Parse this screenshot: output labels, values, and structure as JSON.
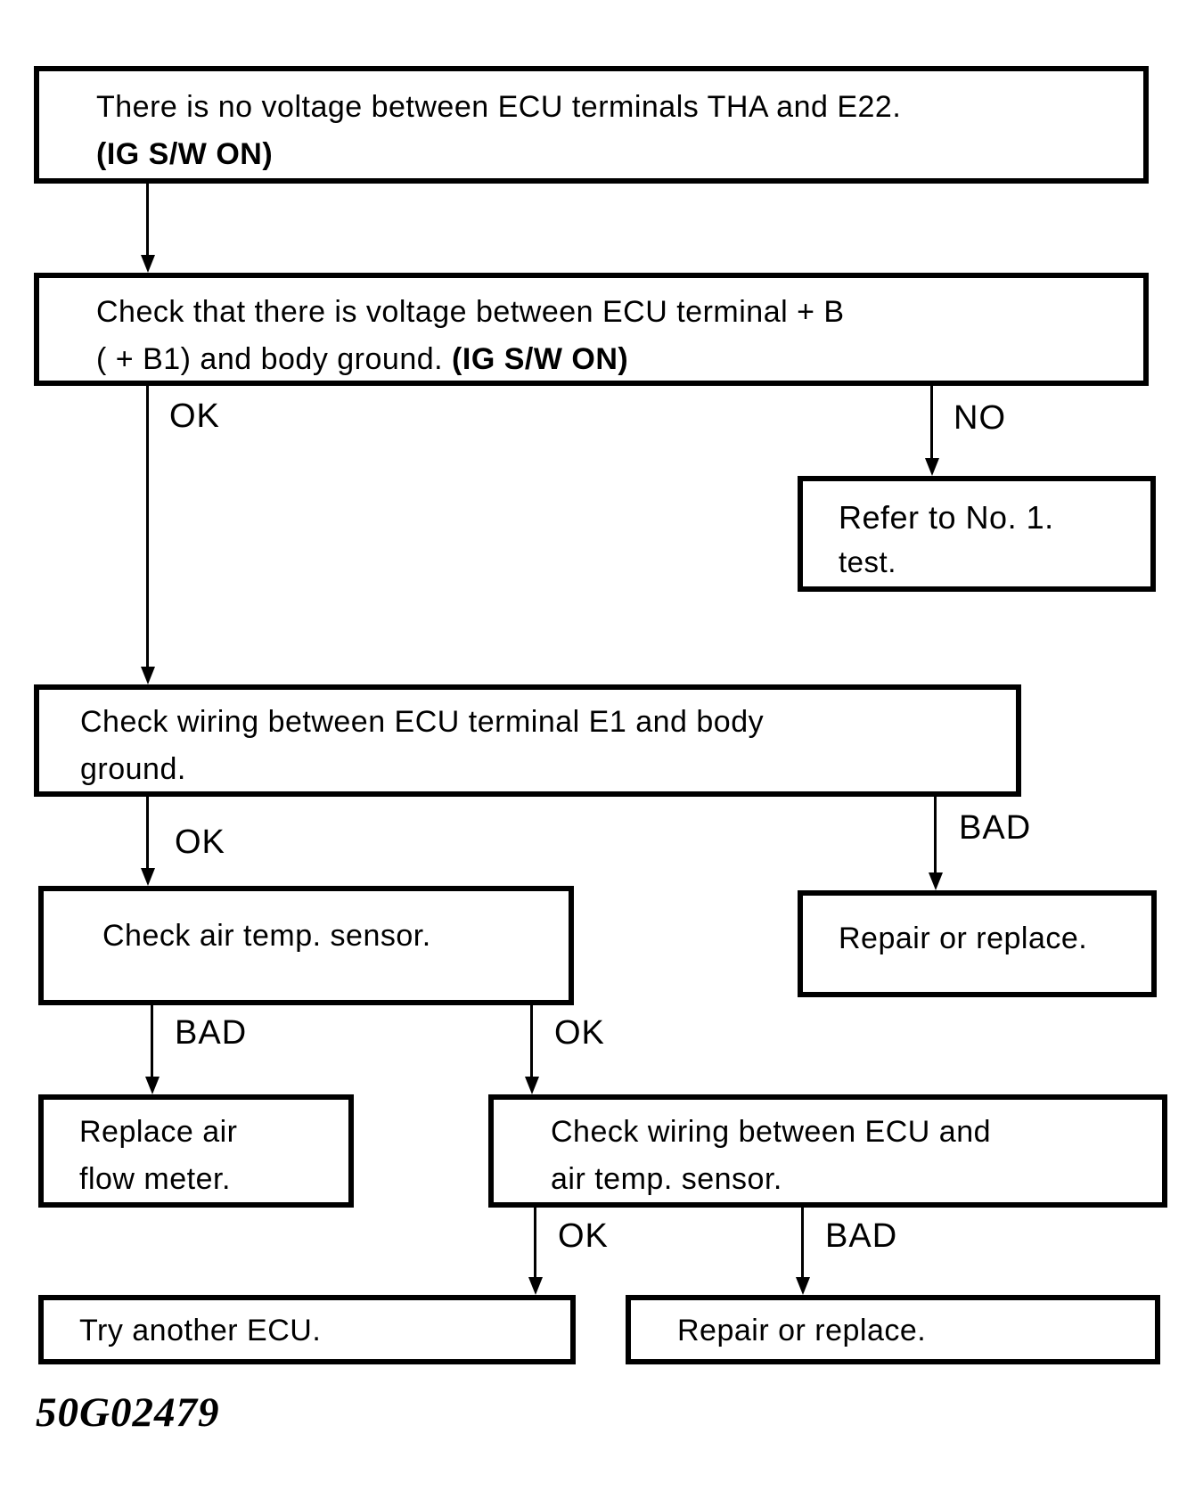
{
  "page": {
    "figure_code": "50G02479"
  },
  "colors": {
    "ink": "#000000",
    "paper": "#ffffff"
  },
  "nodes": {
    "no_voltage": {
      "line1": "There is no voltage between ECU terminals THA and E22.",
      "line2_bold": "(IG S/W ON)"
    },
    "check_voltage_plus_b": {
      "line1": "Check that there is voltage between ECU terminal + B",
      "line2": "( + B1) and body ground. ",
      "line2_bold": "(IG S/W ON)"
    },
    "refer_no_1": {
      "line1": "Refer to No. 1.",
      "line2": "test."
    },
    "check_wiring_e1": {
      "line1": "Check wiring between ECU terminal E1 and body",
      "line2": "ground."
    },
    "check_air_temp_sensor": {
      "line1": "Check air temp. sensor."
    },
    "repair_or_replace_1": {
      "line1": "Repair or replace."
    },
    "replace_air_flow_meter": {
      "line1": "Replace air",
      "line2": "flow meter."
    },
    "check_wiring_air_temp": {
      "line1": "Check wiring between ECU and",
      "line2": "air temp. sensor."
    },
    "try_another_ecu": {
      "line1": "Try another ECU."
    },
    "repair_or_replace_2": {
      "line1": "Repair or replace."
    }
  },
  "edges": [
    {
      "from": "no_voltage",
      "to": "check_voltage_plus_b",
      "label": ""
    },
    {
      "from": "check_voltage_plus_b",
      "to": "check_wiring_e1",
      "label": "OK"
    },
    {
      "from": "check_voltage_plus_b",
      "to": "refer_no_1",
      "label": "NO"
    },
    {
      "from": "check_wiring_e1",
      "to": "check_air_temp_sensor",
      "label": "OK"
    },
    {
      "from": "check_wiring_e1",
      "to": "repair_or_replace_1",
      "label": "BAD"
    },
    {
      "from": "check_air_temp_sensor",
      "to": "replace_air_flow_meter",
      "label": "BAD"
    },
    {
      "from": "check_air_temp_sensor",
      "to": "check_wiring_air_temp",
      "label": "OK"
    },
    {
      "from": "check_wiring_air_temp",
      "to": "try_another_ecu",
      "label": "OK"
    },
    {
      "from": "check_wiring_air_temp",
      "to": "repair_or_replace_2",
      "label": "BAD"
    }
  ]
}
